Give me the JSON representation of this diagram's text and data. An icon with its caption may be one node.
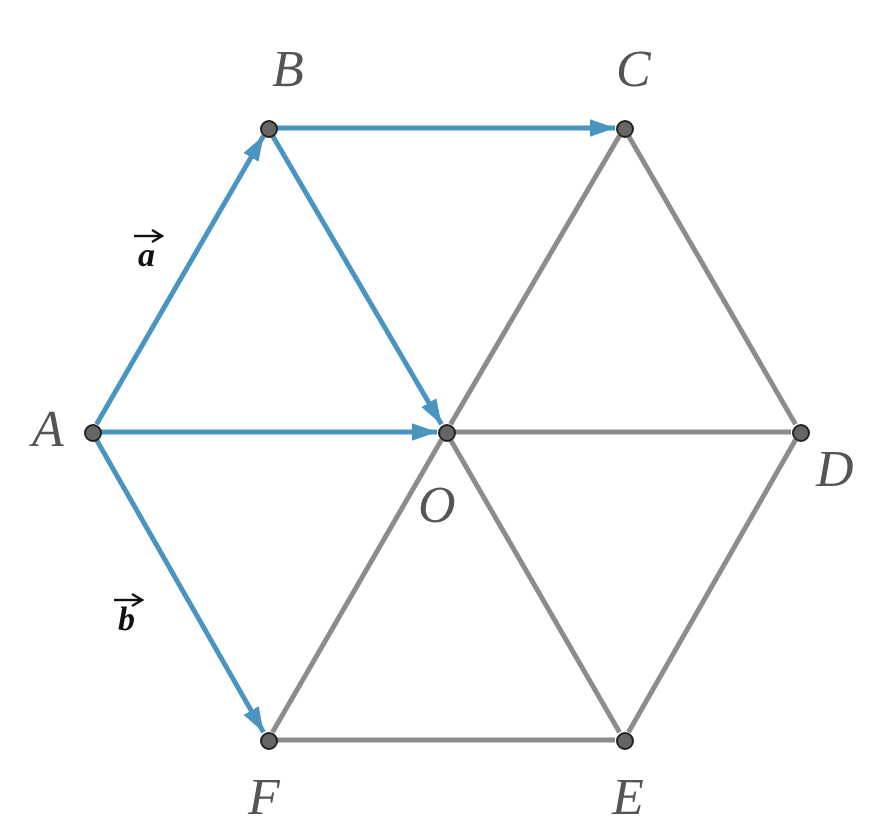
{
  "diagram": {
    "nodes": [
      {
        "text": [],
        "shape": "circle",
        "beside": [
          "A"
        ]
      },
      {
        "text": [],
        "shape": "circle",
        "beside": [
          "B"
        ]
      },
      {
        "text": [],
        "shape": "circle",
        "beside": [
          "C"
        ]
      },
      {
        "text": [],
        "shape": "circle",
        "beside": [
          "D"
        ]
      },
      {
        "text": [],
        "shape": "circle",
        "beside": [
          "E"
        ]
      },
      {
        "text": [],
        "shape": "circle",
        "beside": [
          "F"
        ]
      },
      {
        "text": [],
        "shape": "circle",
        "beside": [
          "O"
        ]
      }
    ],
    "edges": [
      {
        "from": 0,
        "to": 1,
        "arrow": "to",
        "label": "a",
        "color": "#4a95c0"
      },
      {
        "from": 1,
        "to": 2,
        "arrow": "to",
        "color": "#4a95c0"
      },
      {
        "from": 1,
        "to": 6,
        "arrow": "to",
        "color": "#4a95c0"
      },
      {
        "from": 0,
        "to": 6,
        "arrow": "to",
        "color": "#4a95c0"
      },
      {
        "from": 0,
        "to": 5,
        "arrow": "to",
        "label": "b",
        "color": "#4a95c0"
      },
      {
        "from": 2,
        "to": 3,
        "arrow": "none"
      },
      {
        "from": 3,
        "to": 4,
        "arrow": "none"
      },
      {
        "from": 4,
        "to": 5,
        "arrow": "none"
      },
      {
        "from": 6,
        "to": 2,
        "arrow": "none"
      },
      {
        "from": 6,
        "to": 3,
        "arrow": "none"
      },
      {
        "from": 6,
        "to": 4,
        "arrow": "none"
      },
      {
        "from": 6,
        "to": 5,
        "arrow": "none"
      }
    ]
  }
}
